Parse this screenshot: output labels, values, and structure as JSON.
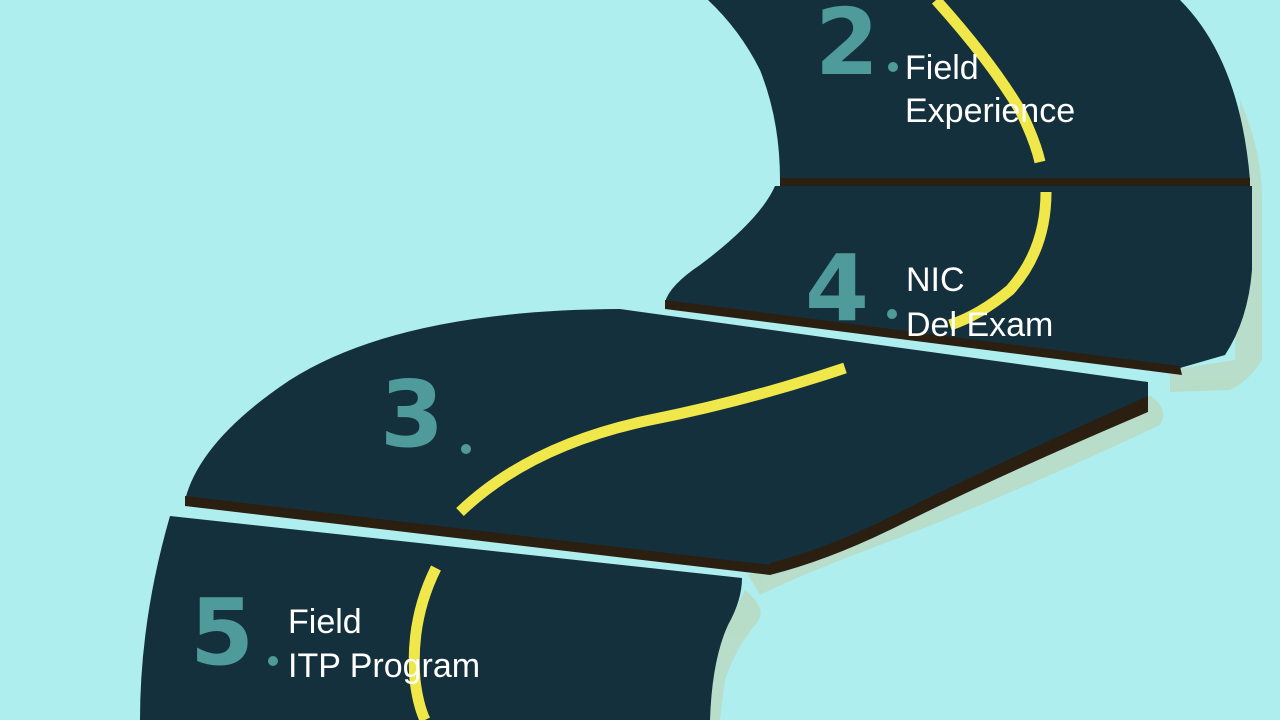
{
  "steps": [
    {
      "number": "2",
      "label_line1": "Field",
      "label_line2": "Experience"
    },
    {
      "number": "4",
      "label_line1": "NIC",
      "label_line2": "Del Exam"
    },
    {
      "number": "3",
      "label_line1": "",
      "label_line2": ""
    },
    {
      "number": "5",
      "label_line1": "Field",
      "label_line2": "ITP Program"
    }
  ],
  "colors": {
    "background": "#aeeeee",
    "road": "#15303d",
    "road_edge": "#2a1f10",
    "shadow": "#b9dcc6",
    "center_line": "#f0e84a",
    "number": "#4f9a9a",
    "label": "#ffffff"
  }
}
